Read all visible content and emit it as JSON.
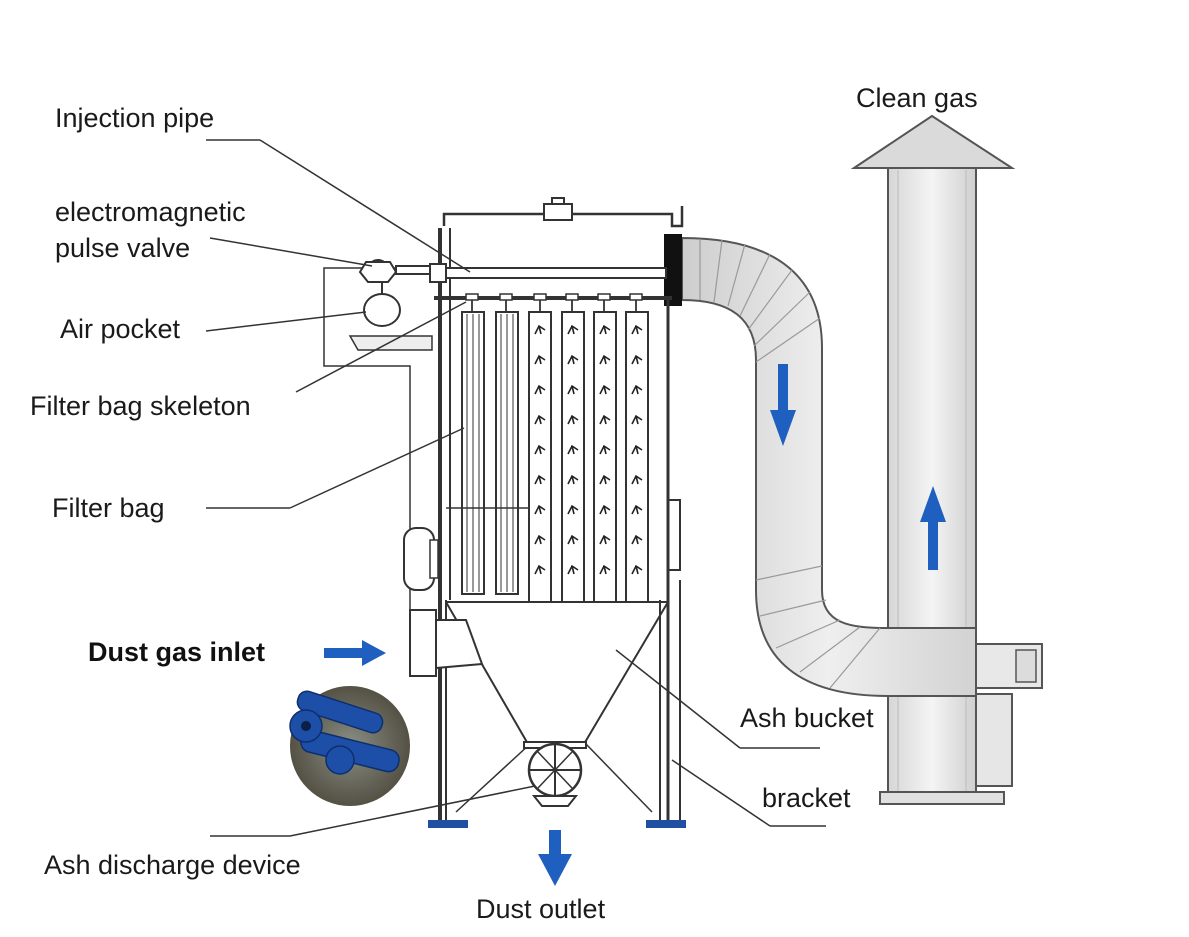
{
  "labels": {
    "injection_pipe": "Injection pipe",
    "pulse_valve_line1": "electromagnetic",
    "pulse_valve_line2": "pulse valve",
    "air_pocket": "Air pocket",
    "filter_bag_skeleton": "Filter bag skeleton",
    "filter_bag": "Filter bag",
    "dust_gas_inlet": "Dust gas inlet",
    "ash_discharge_device": "Ash discharge device",
    "dust_outlet": "Dust outlet",
    "clean_gas": "Clean gas",
    "ash_bucket": "Ash bucket",
    "bracket": "bracket"
  },
  "colors": {
    "flow_arrow": "#1f5fbf",
    "line": "#333333",
    "pipe_fill": "#e4e4e4",
    "pipe_shade": "#c8c8c8",
    "pipe_light": "#f2f2f2",
    "valve_roller": "#1d4fa8"
  },
  "icons": {
    "inlet_arrow": "arrow-right-icon",
    "downflow_arrow": "arrow-down-icon",
    "upflow_arrow": "arrow-up-icon",
    "outlet_arrow": "arrow-down-icon"
  }
}
